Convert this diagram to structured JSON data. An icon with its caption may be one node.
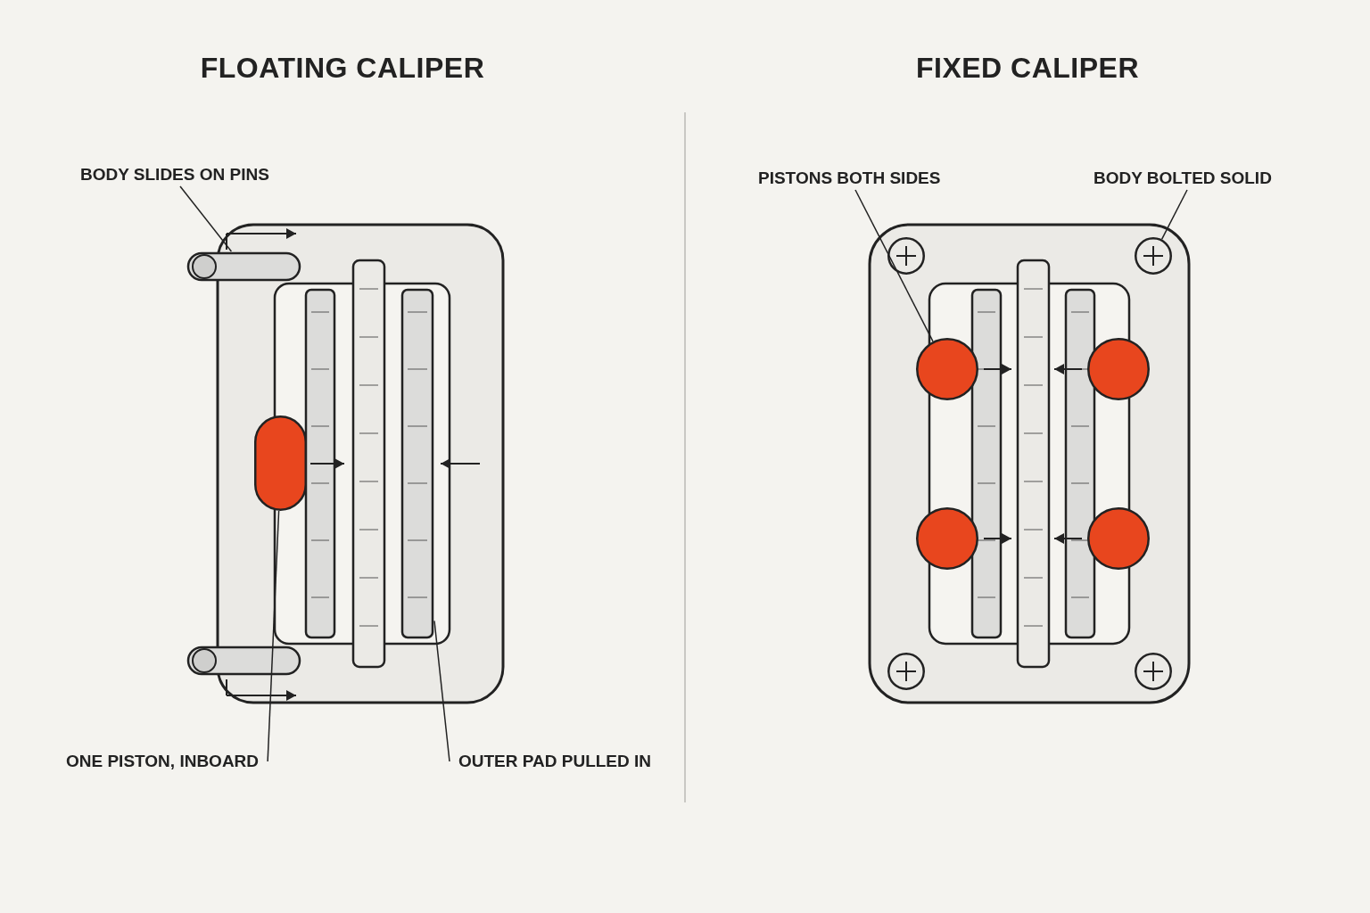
{
  "diagram": {
    "nodes": [
      {
        "text": [
          "BODY SLIDES ON PINS"
        ]
      },
      {
        "text": [],
        "shape": "cylinder"
      },
      {
        "text": [],
        "shape": "cylinder"
      },
      {
        "text": [],
        "shape": "box"
      },
      {
        "text": [],
        "shape": "bar"
      },
      {
        "text": [],
        "shape": "bar"
      },
      {
        "text": [
          "ONE PISTON, INBOARD"
        ]
      },
      {
        "text": [
          "OUTER PAD PULLED IN"
        ]
      },
      {
        "text": [
          "PISTONS BOTH SIDES"
        ]
      },
      {
        "text": [
          "BODY BOLTED SOLID"
        ]
      },
      {
        "text": [],
        "shape": "bar"
      },
      {
        "text": [],
        "shape": "bar"
      },
      {
        "text": [],
        "shape": "circle"
      },
      {
        "text": [],
        "shape": "circle"
      },
      {
        "text": [],
        "shape": "circle"
      },
      {
        "text": [],
        "shape": "circle"
      },
      {
        "text": [],
        "shape": "circle"
      },
      {
        "text": [],
        "shape": "circle"
      },
      {
        "text": [],
        "shape": "circle"
      },
      {
        "text": [],
        "shape": "circle"
      }
    ],
    "edges": [
      {
        "from": 0,
        "to": 1,
        "arrow": "none"
      },
      {
        "from": 6,
        "to": 3,
        "arrow": "none"
      },
      {
        "from": 7,
        "to": 5,
        "arrow": "none"
      },
      {
        "from": 8,
        "to": 14,
        "arrow": "none"
      },
      {
        "from": 9,
        "to": 18,
        "arrow": "none"
      }
    ],
    "labels": [
      "FLOATING CALIPER",
      "FIXED CALIPER"
    ]
  }
}
